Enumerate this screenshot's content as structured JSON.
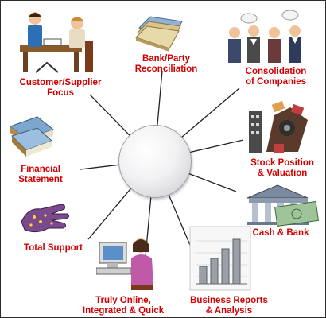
{
  "colors": {
    "label": "#d40000",
    "spoke": "#222222"
  },
  "nodes": [
    {
      "id": "customer",
      "lines": [
        "Customer/Supplier",
        "Focus"
      ],
      "icon": "meeting-icon"
    },
    {
      "id": "bank_party",
      "lines": [
        "Bank/Party",
        "Reconciliation"
      ],
      "icon": "folders-icon"
    },
    {
      "id": "consolidation",
      "lines": [
        "Consolidation",
        "of Companies"
      ],
      "icon": "group-people-icon"
    },
    {
      "id": "stock",
      "lines": [
        "Stock Position",
        "& Valuation"
      ],
      "icon": "factory-icon"
    },
    {
      "id": "cash_bank",
      "lines": [
        "Cash & Bank"
      ],
      "icon": "bank-building-icon"
    },
    {
      "id": "reports",
      "lines": [
        "Business Reports",
        "& Analysis"
      ],
      "icon": "bar-chart-icon"
    },
    {
      "id": "online",
      "lines": [
        "Truly Online,",
        "Integrated & Quick"
      ],
      "icon": "computer-user-icon"
    },
    {
      "id": "support",
      "lines": [
        "Total Support"
      ],
      "icon": "hand-icon"
    },
    {
      "id": "financial",
      "lines": [
        "Financial",
        "Statement"
      ],
      "icon": "books-icon"
    }
  ]
}
